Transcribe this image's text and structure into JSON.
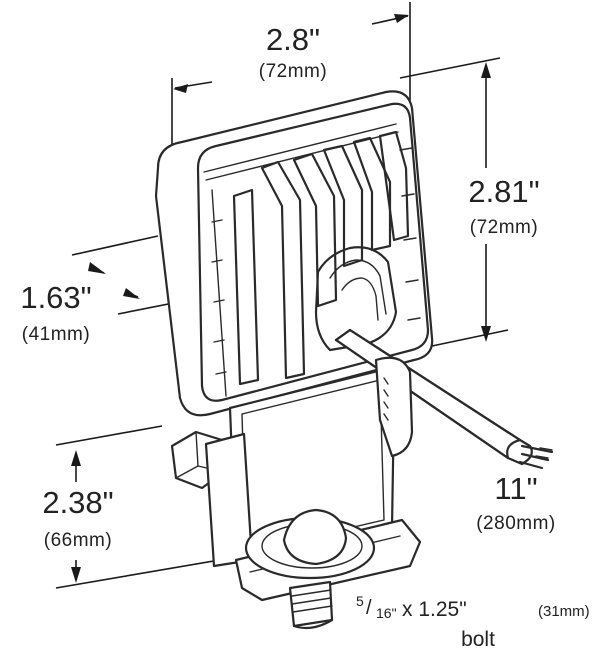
{
  "dimensions": {
    "width": {
      "value": "2.8\"",
      "metric": "(72mm)"
    },
    "height": {
      "value": "2.81\"",
      "metric": "(72mm)"
    },
    "depth": {
      "value": "1.63\"",
      "metric": "(41mm)"
    },
    "bracket_height": {
      "value": "2.38\"",
      "metric": "(66mm)"
    },
    "cord_length": {
      "value": "11\"",
      "metric": "(280mm)"
    }
  },
  "bolt": {
    "numerator": "5",
    "denominator": "16\"",
    "size": " x 1.25\"",
    "metric": "(31mm)",
    "label": "bolt"
  },
  "colors": {
    "line": "#2a2a2a",
    "background": "#ffffff"
  }
}
